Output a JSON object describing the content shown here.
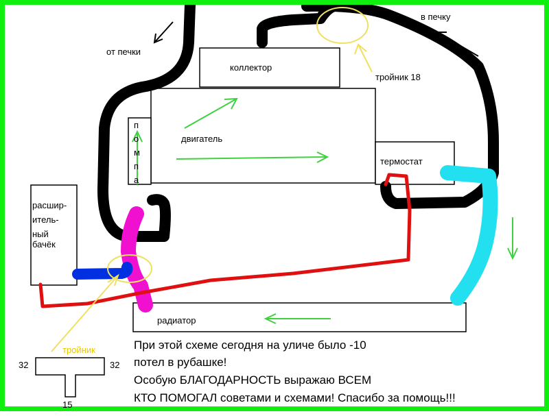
{
  "labels": {
    "from_heater": "от печки",
    "to_heater": "в печку",
    "collector": "коллектор",
    "tee_18": "тройник 18",
    "engine": "двигатель",
    "pump": [
      "п",
      "о",
      "м",
      "п",
      "а"
    ],
    "thermostat": "термостат",
    "tank": [
      "расшир-",
      "итель-",
      "ный",
      "бачёк"
    ],
    "radiator": "радиатор",
    "tee": "тройник",
    "tee_left": "32",
    "tee_right": "32",
    "tee_bottom": "15"
  },
  "message": [
    "При этой схеме сегодня на уличе было -10",
    "потел в рубашке!",
    "Особую БЛАГОДАРНОСТЬ выражаю ВСЕМ",
    "КТО ПОМОГАЛ советами и схемами! Спасибо за помощь!!!"
  ],
  "colors": {
    "border": "#10f010",
    "hose_black": "#000000",
    "hose_cyan": "#22e0f0",
    "hose_magenta": "#f010d0",
    "hose_blue": "#0030e0",
    "hose_red": "#e01010",
    "flow_arrow": "#40d040",
    "highlight": "#f0e060"
  }
}
